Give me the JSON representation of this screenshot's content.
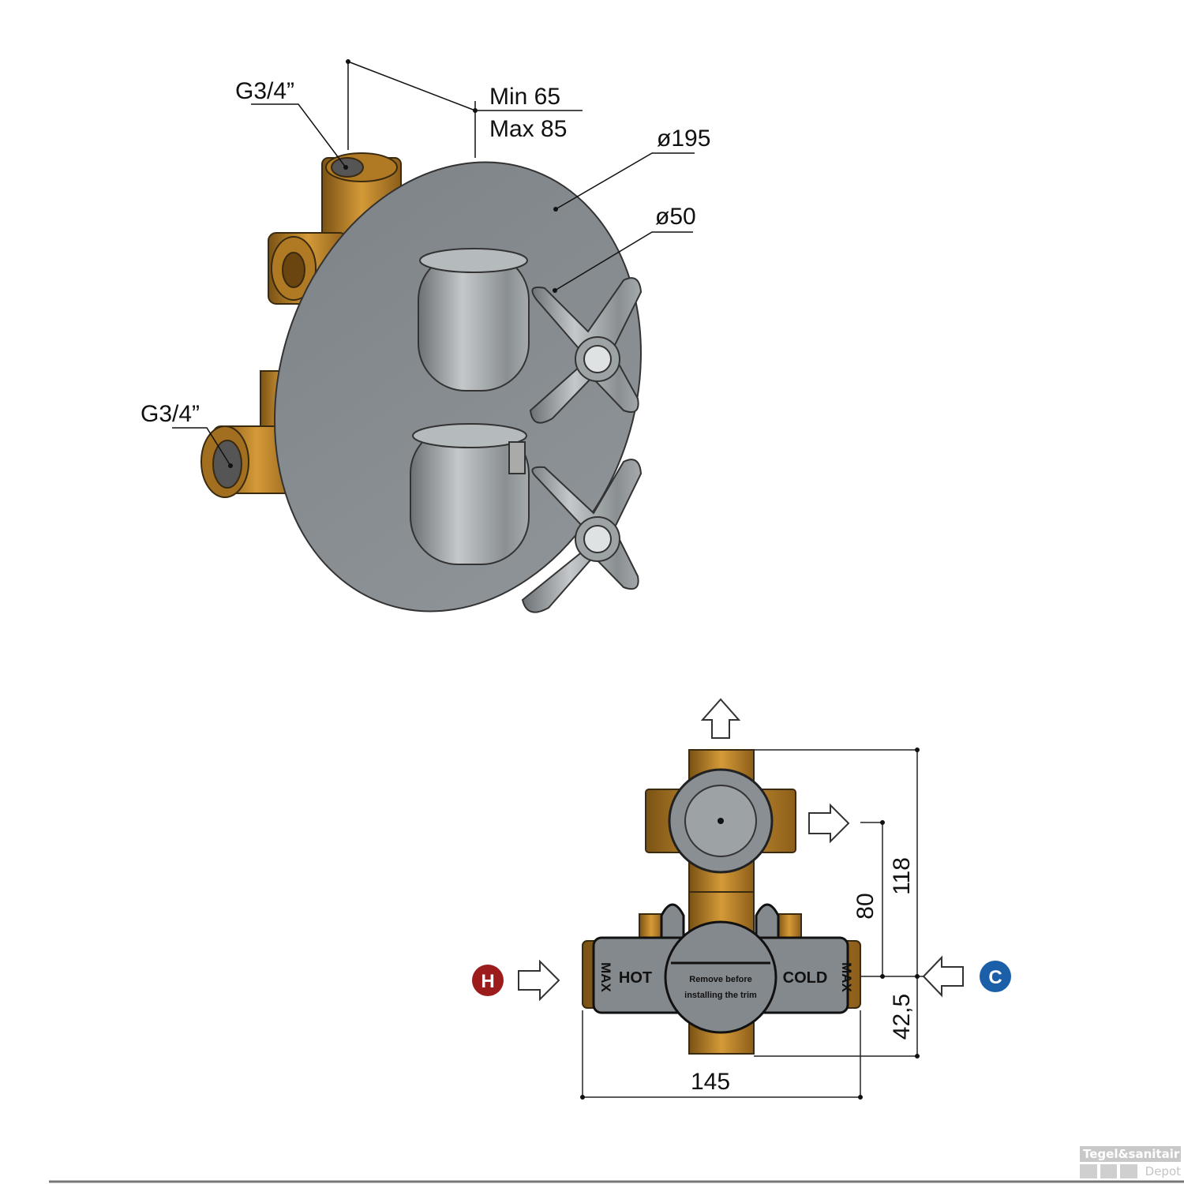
{
  "top_view": {
    "inlet_top_label": "G3/4”",
    "inlet_side_label": "G3/4”",
    "depth_min": "Min 65",
    "depth_max": "Max 85",
    "plate_diameter": "ø195",
    "handle_diameter": "ø50"
  },
  "bottom_view": {
    "height_total": "118",
    "height_outlet": "80",
    "height_inlet": "42,5",
    "width": "145",
    "hot_badge": "H",
    "cold_badge": "C",
    "hot_text": "HOT",
    "cold_text": "COLD",
    "max_left": "MAX",
    "max_right": "MAX",
    "cap_line1": "Remove before",
    "cap_line2": "installing the trim"
  },
  "colors": {
    "brass": "#c48a2c",
    "plate": "#8a9094",
    "hot": "#9c1c1c",
    "cold": "#1a5fa8"
  },
  "logo": {
    "name": "Tegel&sanitair",
    "sub": "Depot"
  }
}
